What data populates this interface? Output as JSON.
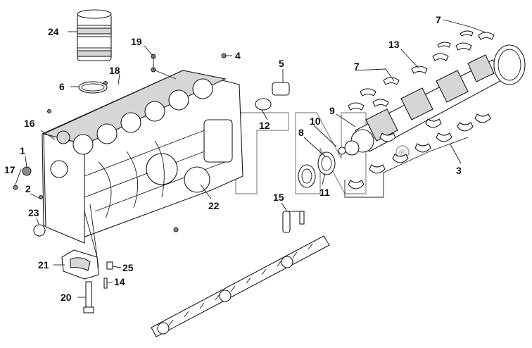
{
  "callouts": {
    "c24": "24",
    "c19": "19",
    "c18": "18",
    "c6": "6",
    "c4": "4",
    "c5": "5",
    "c12": "12",
    "c16": "16",
    "c1": "1",
    "c17": "17",
    "c2": "2",
    "c23": "23",
    "c22": "22",
    "c21": "21",
    "c25": "25",
    "c14": "14",
    "c20": "20",
    "c15": "15",
    "c13": "13",
    "c7a": "7",
    "c7b": "7",
    "c9": "9",
    "c10": "10",
    "c8": "8",
    "c11": "11",
    "c3": "3"
  },
  "watermark": {
    "registered": "®"
  },
  "colors": {
    "line": "#1a1a1a",
    "shade": "#d6d6d6",
    "watermark": "#9a9a9a"
  }
}
